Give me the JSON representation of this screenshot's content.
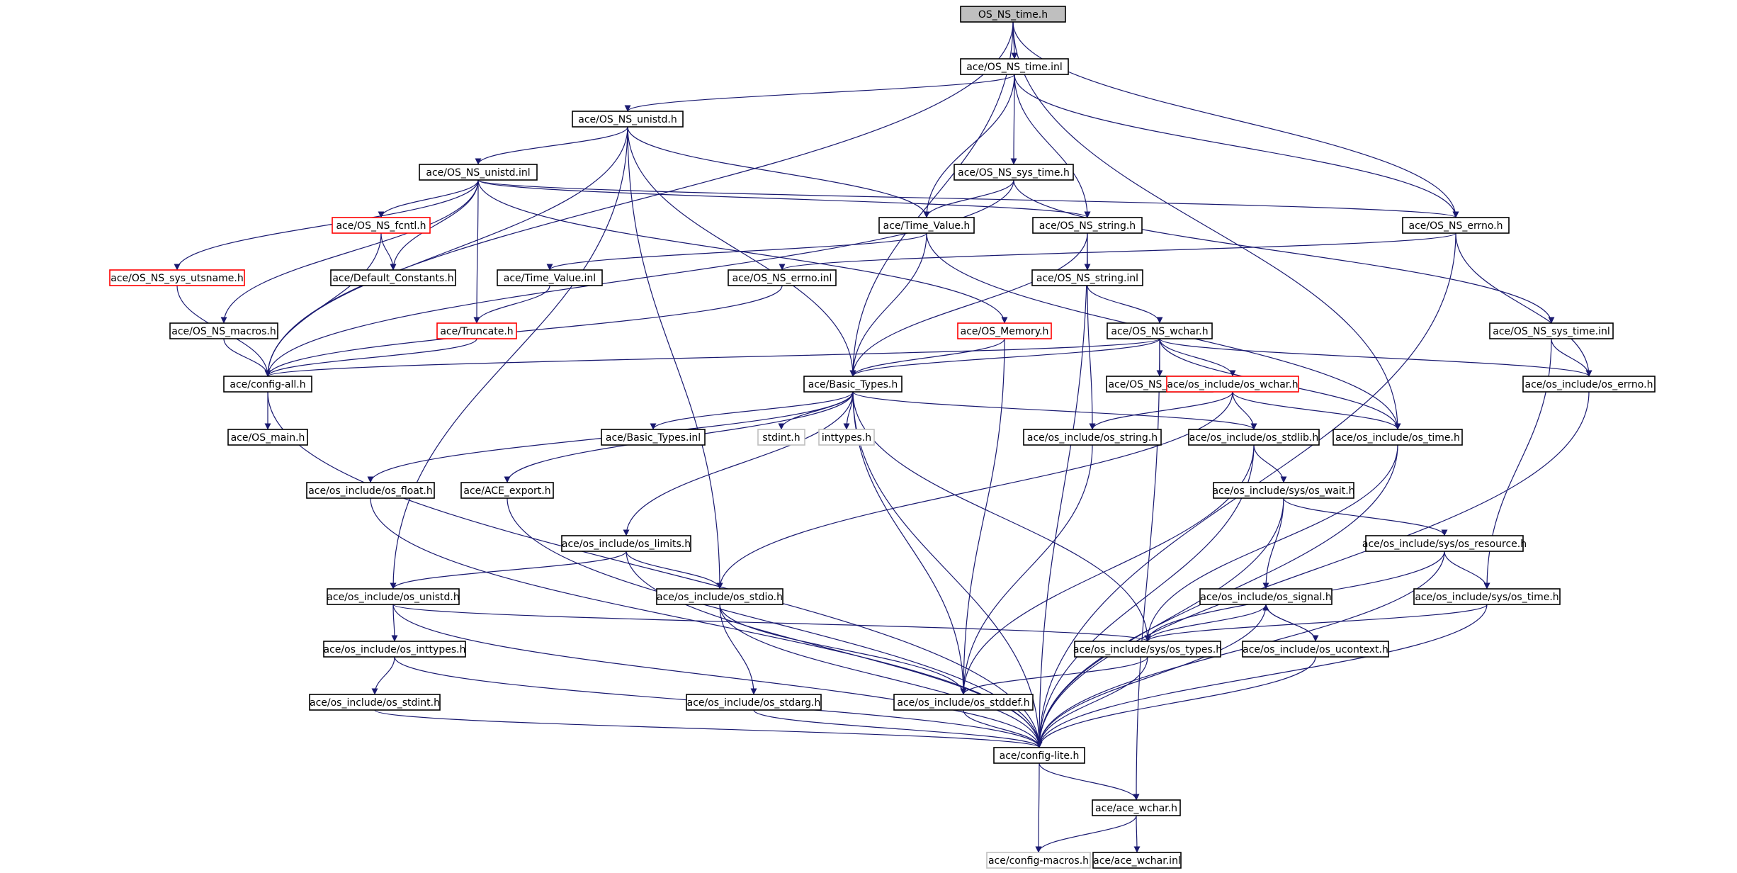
{
  "nodes": [
    {
      "id": "root",
      "label": "OS_NS_time.h",
      "style": "root"
    },
    {
      "id": "time_inl",
      "label": "ace/OS_NS_time.inl",
      "style": "normal"
    },
    {
      "id": "unistd_h",
      "label": "ace/OS_NS_unistd.h",
      "style": "normal"
    },
    {
      "id": "unistd_inl",
      "label": "ace/OS_NS_unistd.inl",
      "style": "normal"
    },
    {
      "id": "sys_time_h",
      "label": "ace/OS_NS_sys_time.h",
      "style": "normal"
    },
    {
      "id": "fcntl",
      "label": "ace/OS_NS_fcntl.h",
      "style": "red"
    },
    {
      "id": "time_value_h",
      "label": "ace/Time_Value.h",
      "style": "normal"
    },
    {
      "id": "ns_string_h",
      "label": "ace/OS_NS_string.h",
      "style": "normal"
    },
    {
      "id": "ns_errno_h",
      "label": "ace/OS_NS_errno.h",
      "style": "normal"
    },
    {
      "id": "utsname",
      "label": "ace/OS_NS_sys_utsname.h",
      "style": "red"
    },
    {
      "id": "default_constants",
      "label": "ace/Default_Constants.h",
      "style": "normal"
    },
    {
      "id": "time_value_inl",
      "label": "ace/Time_Value.inl",
      "style": "normal"
    },
    {
      "id": "ns_errno_inl",
      "label": "ace/OS_NS_errno.inl",
      "style": "normal"
    },
    {
      "id": "ns_string_inl",
      "label": "ace/OS_NS_string.inl",
      "style": "normal"
    },
    {
      "id": "macros",
      "label": "ace/OS_NS_macros.h",
      "style": "normal"
    },
    {
      "id": "truncate",
      "label": "ace/Truncate.h",
      "style": "red"
    },
    {
      "id": "memory",
      "label": "ace/OS_Memory.h",
      "style": "red"
    },
    {
      "id": "ns_wchar_h",
      "label": "ace/OS_NS_wchar.h",
      "style": "normal"
    },
    {
      "id": "sys_time_inl",
      "label": "ace/OS_NS_sys_time.inl",
      "style": "normal"
    },
    {
      "id": "config_all",
      "label": "ace/config-all.h",
      "style": "normal"
    },
    {
      "id": "basic_types",
      "label": "ace/Basic_Types.h",
      "style": "normal"
    },
    {
      "id": "ns_wchar_inl",
      "label": "ace/OS_NS_wchar.inl",
      "style": "normal"
    },
    {
      "id": "os_wchar",
      "label": "ace/os_include/os_wchar.h",
      "style": "red"
    },
    {
      "id": "os_errno",
      "label": "ace/os_include/os_errno.h",
      "style": "normal"
    },
    {
      "id": "os_main",
      "label": "ace/OS_main.h",
      "style": "normal"
    },
    {
      "id": "basic_types_inl",
      "label": "ace/Basic_Types.inl",
      "style": "normal"
    },
    {
      "id": "stdint",
      "label": "stdint.h",
      "style": "gray"
    },
    {
      "id": "inttypes",
      "label": "inttypes.h",
      "style": "gray"
    },
    {
      "id": "os_string",
      "label": "ace/os_include/os_string.h",
      "style": "normal"
    },
    {
      "id": "os_stdlib",
      "label": "ace/os_include/os_stdlib.h",
      "style": "normal"
    },
    {
      "id": "os_time",
      "label": "ace/os_include/os_time.h",
      "style": "normal"
    },
    {
      "id": "os_float",
      "label": "ace/os_include/os_float.h",
      "style": "normal"
    },
    {
      "id": "ace_export",
      "label": "ace/ACE_export.h",
      "style": "normal"
    },
    {
      "id": "os_wait",
      "label": "ace/os_include/sys/os_wait.h",
      "style": "normal"
    },
    {
      "id": "os_limits",
      "label": "ace/os_include/os_limits.h",
      "style": "normal"
    },
    {
      "id": "os_resource",
      "label": "ace/os_include/sys/os_resource.h",
      "style": "normal"
    },
    {
      "id": "os_unistd",
      "label": "ace/os_include/os_unistd.h",
      "style": "normal"
    },
    {
      "id": "os_stdio",
      "label": "ace/os_include/os_stdio.h",
      "style": "normal"
    },
    {
      "id": "os_signal",
      "label": "ace/os_include/os_signal.h",
      "style": "normal"
    },
    {
      "id": "os_sys_time",
      "label": "ace/os_include/sys/os_time.h",
      "style": "normal"
    },
    {
      "id": "os_inttypes",
      "label": "ace/os_include/os_inttypes.h",
      "style": "normal"
    },
    {
      "id": "os_types",
      "label": "ace/os_include/sys/os_types.h",
      "style": "normal"
    },
    {
      "id": "os_ucontext",
      "label": "ace/os_include/os_ucontext.h",
      "style": "normal"
    },
    {
      "id": "os_stdint",
      "label": "ace/os_include/os_stdint.h",
      "style": "normal"
    },
    {
      "id": "os_stdarg",
      "label": "ace/os_include/os_stdarg.h",
      "style": "normal"
    },
    {
      "id": "os_stddef",
      "label": "ace/os_include/os_stddef.h",
      "style": "normal"
    },
    {
      "id": "config_lite",
      "label": "ace/config-lite.h",
      "style": "normal"
    },
    {
      "id": "ace_wchar_h",
      "label": "ace/ace_wchar.h",
      "style": "normal"
    },
    {
      "id": "config_macros",
      "label": "ace/config-macros.h",
      "style": "gray"
    },
    {
      "id": "ace_wchar_inl",
      "label": "ace/ace_wchar.inl",
      "style": "normal"
    }
  ],
  "edges": [
    [
      "root",
      "time_inl"
    ],
    [
      "root",
      "config_all"
    ],
    [
      "root",
      "basic_types"
    ],
    [
      "root",
      "ns_errno_h"
    ],
    [
      "root",
      "os_time"
    ],
    [
      "time_inl",
      "unistd_h"
    ],
    [
      "time_inl",
      "sys_time_h"
    ],
    [
      "time_inl",
      "time_value_h"
    ],
    [
      "time_inl",
      "ns_string_h"
    ],
    [
      "time_inl",
      "ns_errno_h"
    ],
    [
      "unistd_h",
      "unistd_inl"
    ],
    [
      "unistd_h",
      "config_all"
    ],
    [
      "unistd_h",
      "time_value_h"
    ],
    [
      "unistd_h",
      "basic_types"
    ],
    [
      "unistd_h",
      "os_unistd"
    ],
    [
      "unistd_h",
      "os_stdio"
    ],
    [
      "unistd_inl",
      "fcntl"
    ],
    [
      "unistd_inl",
      "utsname"
    ],
    [
      "unistd_inl",
      "default_constants"
    ],
    [
      "unistd_inl",
      "macros"
    ],
    [
      "unistd_inl",
      "truncate"
    ],
    [
      "unistd_inl",
      "ns_string_h"
    ],
    [
      "unistd_inl",
      "ns_errno_h"
    ],
    [
      "unistd_inl",
      "memory"
    ],
    [
      "sys_time_h",
      "time_value_h"
    ],
    [
      "sys_time_h",
      "config_all"
    ],
    [
      "sys_time_h",
      "sys_time_inl"
    ],
    [
      "fcntl",
      "default_constants"
    ],
    [
      "fcntl",
      "config_all"
    ],
    [
      "time_value_h",
      "time_value_inl"
    ],
    [
      "time_value_h",
      "basic_types"
    ],
    [
      "time_value_h",
      "os_time"
    ],
    [
      "ns_string_h",
      "ns_string_inl"
    ],
    [
      "ns_string_h",
      "basic_types"
    ],
    [
      "ns_string_h",
      "config_lite"
    ],
    [
      "ns_errno_h",
      "ns_errno_inl"
    ],
    [
      "ns_errno_h",
      "os_errno"
    ],
    [
      "ns_errno_h",
      "config_lite"
    ],
    [
      "utsname",
      "config_all"
    ],
    [
      "macros",
      "config_all"
    ],
    [
      "truncate",
      "config_all"
    ],
    [
      "time_value_inl",
      "truncate"
    ],
    [
      "ns_errno_inl",
      "config_all"
    ],
    [
      "ns_string_inl",
      "ns_wchar_h"
    ],
    [
      "ns_string_inl",
      "os_string"
    ],
    [
      "memory",
      "basic_types"
    ],
    [
      "memory",
      "os_stddef"
    ],
    [
      "ns_wchar_h",
      "config_all"
    ],
    [
      "ns_wchar_h",
      "basic_types"
    ],
    [
      "ns_wchar_h",
      "ns_wchar_inl"
    ],
    [
      "ns_wchar_h",
      "os_wchar"
    ],
    [
      "ns_wchar_h",
      "os_errno"
    ],
    [
      "ns_wchar_h",
      "os_time"
    ],
    [
      "ns_wchar_h",
      "ace_wchar_h"
    ],
    [
      "sys_time_inl",
      "os_errno"
    ],
    [
      "sys_time_inl",
      "os_sys_time"
    ],
    [
      "config_all",
      "os_main"
    ],
    [
      "config_all",
      "config_lite"
    ],
    [
      "basic_types",
      "basic_types_inl"
    ],
    [
      "basic_types",
      "stdint"
    ],
    [
      "basic_types",
      "inttypes"
    ],
    [
      "basic_types",
      "os_stdlib"
    ],
    [
      "basic_types",
      "os_float"
    ],
    [
      "basic_types",
      "ace_export"
    ],
    [
      "basic_types",
      "os_limits"
    ],
    [
      "basic_types",
      "os_types"
    ],
    [
      "basic_types",
      "os_stddef"
    ],
    [
      "basic_types",
      "config_lite"
    ],
    [
      "os_wchar",
      "os_string"
    ],
    [
      "os_wchar",
      "os_stdlib"
    ],
    [
      "os_wchar",
      "os_time"
    ],
    [
      "os_wchar",
      "os_stdio"
    ],
    [
      "os_errno",
      "config_lite"
    ],
    [
      "os_string",
      "os_stddef"
    ],
    [
      "os_stdlib",
      "os_wait"
    ],
    [
      "os_stdlib",
      "os_stddef"
    ],
    [
      "os_stdlib",
      "config_lite"
    ],
    [
      "os_time",
      "os_types"
    ],
    [
      "os_time",
      "config_lite"
    ],
    [
      "os_float",
      "config_lite"
    ],
    [
      "ace_export",
      "config_lite"
    ],
    [
      "os_wait",
      "os_resource"
    ],
    [
      "os_wait",
      "os_signal"
    ],
    [
      "os_wait",
      "config_lite"
    ],
    [
      "os_limits",
      "os_unistd"
    ],
    [
      "os_limits",
      "os_stdio"
    ],
    [
      "os_limits",
      "config_lite"
    ],
    [
      "os_resource",
      "os_types"
    ],
    [
      "os_resource",
      "os_sys_time"
    ],
    [
      "os_resource",
      "config_lite"
    ],
    [
      "os_unistd",
      "os_inttypes"
    ],
    [
      "os_unistd",
      "os_types"
    ],
    [
      "os_unistd",
      "config_lite"
    ],
    [
      "os_stdio",
      "os_stdarg"
    ],
    [
      "os_stdio",
      "os_stddef"
    ],
    [
      "os_stdio",
      "config_lite"
    ],
    [
      "os_signal",
      "os_types"
    ],
    [
      "os_signal",
      "os_ucontext"
    ],
    [
      "os_signal",
      "config_lite"
    ],
    [
      "os_ucontext",
      "os_signal"
    ],
    [
      "os_ucontext",
      "config_lite"
    ],
    [
      "os_sys_time",
      "os_types"
    ],
    [
      "os_sys_time",
      "config_lite"
    ],
    [
      "os_inttypes",
      "os_stdint"
    ],
    [
      "os_inttypes",
      "config_lite"
    ],
    [
      "os_types",
      "os_stddef"
    ],
    [
      "os_types",
      "config_lite"
    ],
    [
      "os_stdint",
      "config_lite"
    ],
    [
      "os_stdarg",
      "config_lite"
    ],
    [
      "os_stddef",
      "config_lite"
    ],
    [
      "config_lite",
      "ace_wchar_h"
    ],
    [
      "config_lite",
      "config_macros"
    ],
    [
      "ace_wchar_h",
      "config_macros"
    ],
    [
      "ace_wchar_h",
      "ace_wchar_inl"
    ]
  ],
  "colors": {
    "edge": "#191970",
    "node_border": "#000000",
    "root_fill": "#bfbfbf",
    "missing_border": "#ff0000",
    "external_border": "#bfbfbf"
  }
}
